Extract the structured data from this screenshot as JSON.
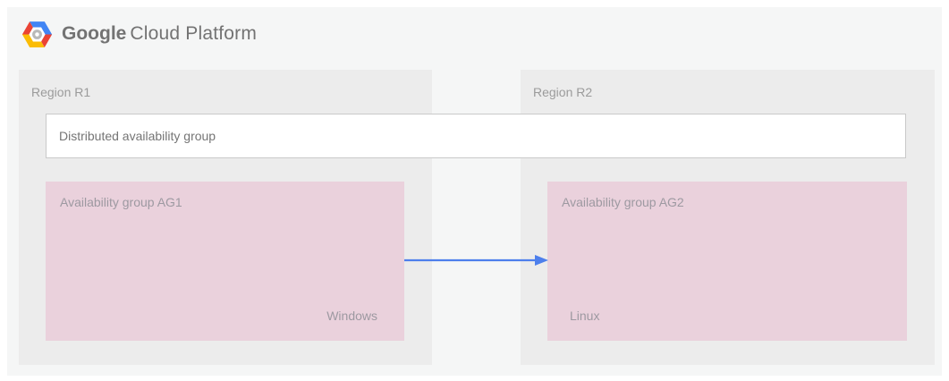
{
  "header": {
    "logo": {
      "icon": "gcp-hexagon-icon",
      "primary": "Google",
      "secondary": "Cloud Platform"
    }
  },
  "diagram": {
    "distributed_group_label": "Distributed availability group",
    "regions": [
      {
        "label": "Region R1",
        "group": {
          "label": "Availability group AG1",
          "os_label": "Windows"
        }
      },
      {
        "label": "Region R2",
        "group": {
          "label": "Availability group AG2",
          "os_label": "Linux"
        }
      }
    ],
    "arrow": {
      "name": "replication-arrow",
      "from": "Availability group AG1",
      "to": "Availability group AG2",
      "direction": "left-to-right"
    }
  },
  "colors": {
    "page_background": "#f5f6f6",
    "region_background": "#ececec",
    "availability_group_background": "#ead1dc",
    "distributed_box_border": "#c9c9c9",
    "arrow_blue": "#4d7fec",
    "label_gray": "#9b9b9b",
    "dark_gray_text": "#757575",
    "logo_blue": "#4285f4",
    "logo_red": "#ea4335",
    "logo_yellow": "#fbbc05"
  }
}
